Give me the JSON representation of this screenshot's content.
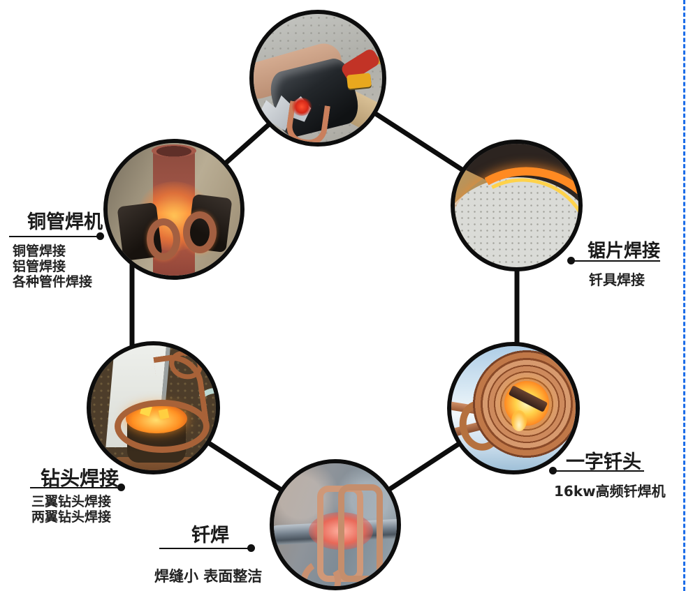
{
  "page": {
    "background": "#ffffff",
    "connector_color": "#0d0d0d",
    "text_color": "#1b1b1b",
    "guide_dash_color": "#1b6ce8"
  },
  "labels": {
    "copper_pipe": {
      "title": "铜管焊机",
      "items": [
        "铜管焊接",
        "铝管焊接",
        "各种管件焊接"
      ]
    },
    "saw_blade": {
      "title": "锯片焊接",
      "items": [
        "钎具焊接"
      ]
    },
    "flat_bit": {
      "title": "一字钎头",
      "items": [
        "16kw高频钎焊机"
      ]
    },
    "drill_bit": {
      "title": "钻头焊接",
      "items": [
        "三翼钻头焊接",
        "两翼钻头焊接"
      ]
    },
    "brazing": {
      "title": "钎焊",
      "items": [
        "焊缝小 表面整洁"
      ]
    }
  }
}
